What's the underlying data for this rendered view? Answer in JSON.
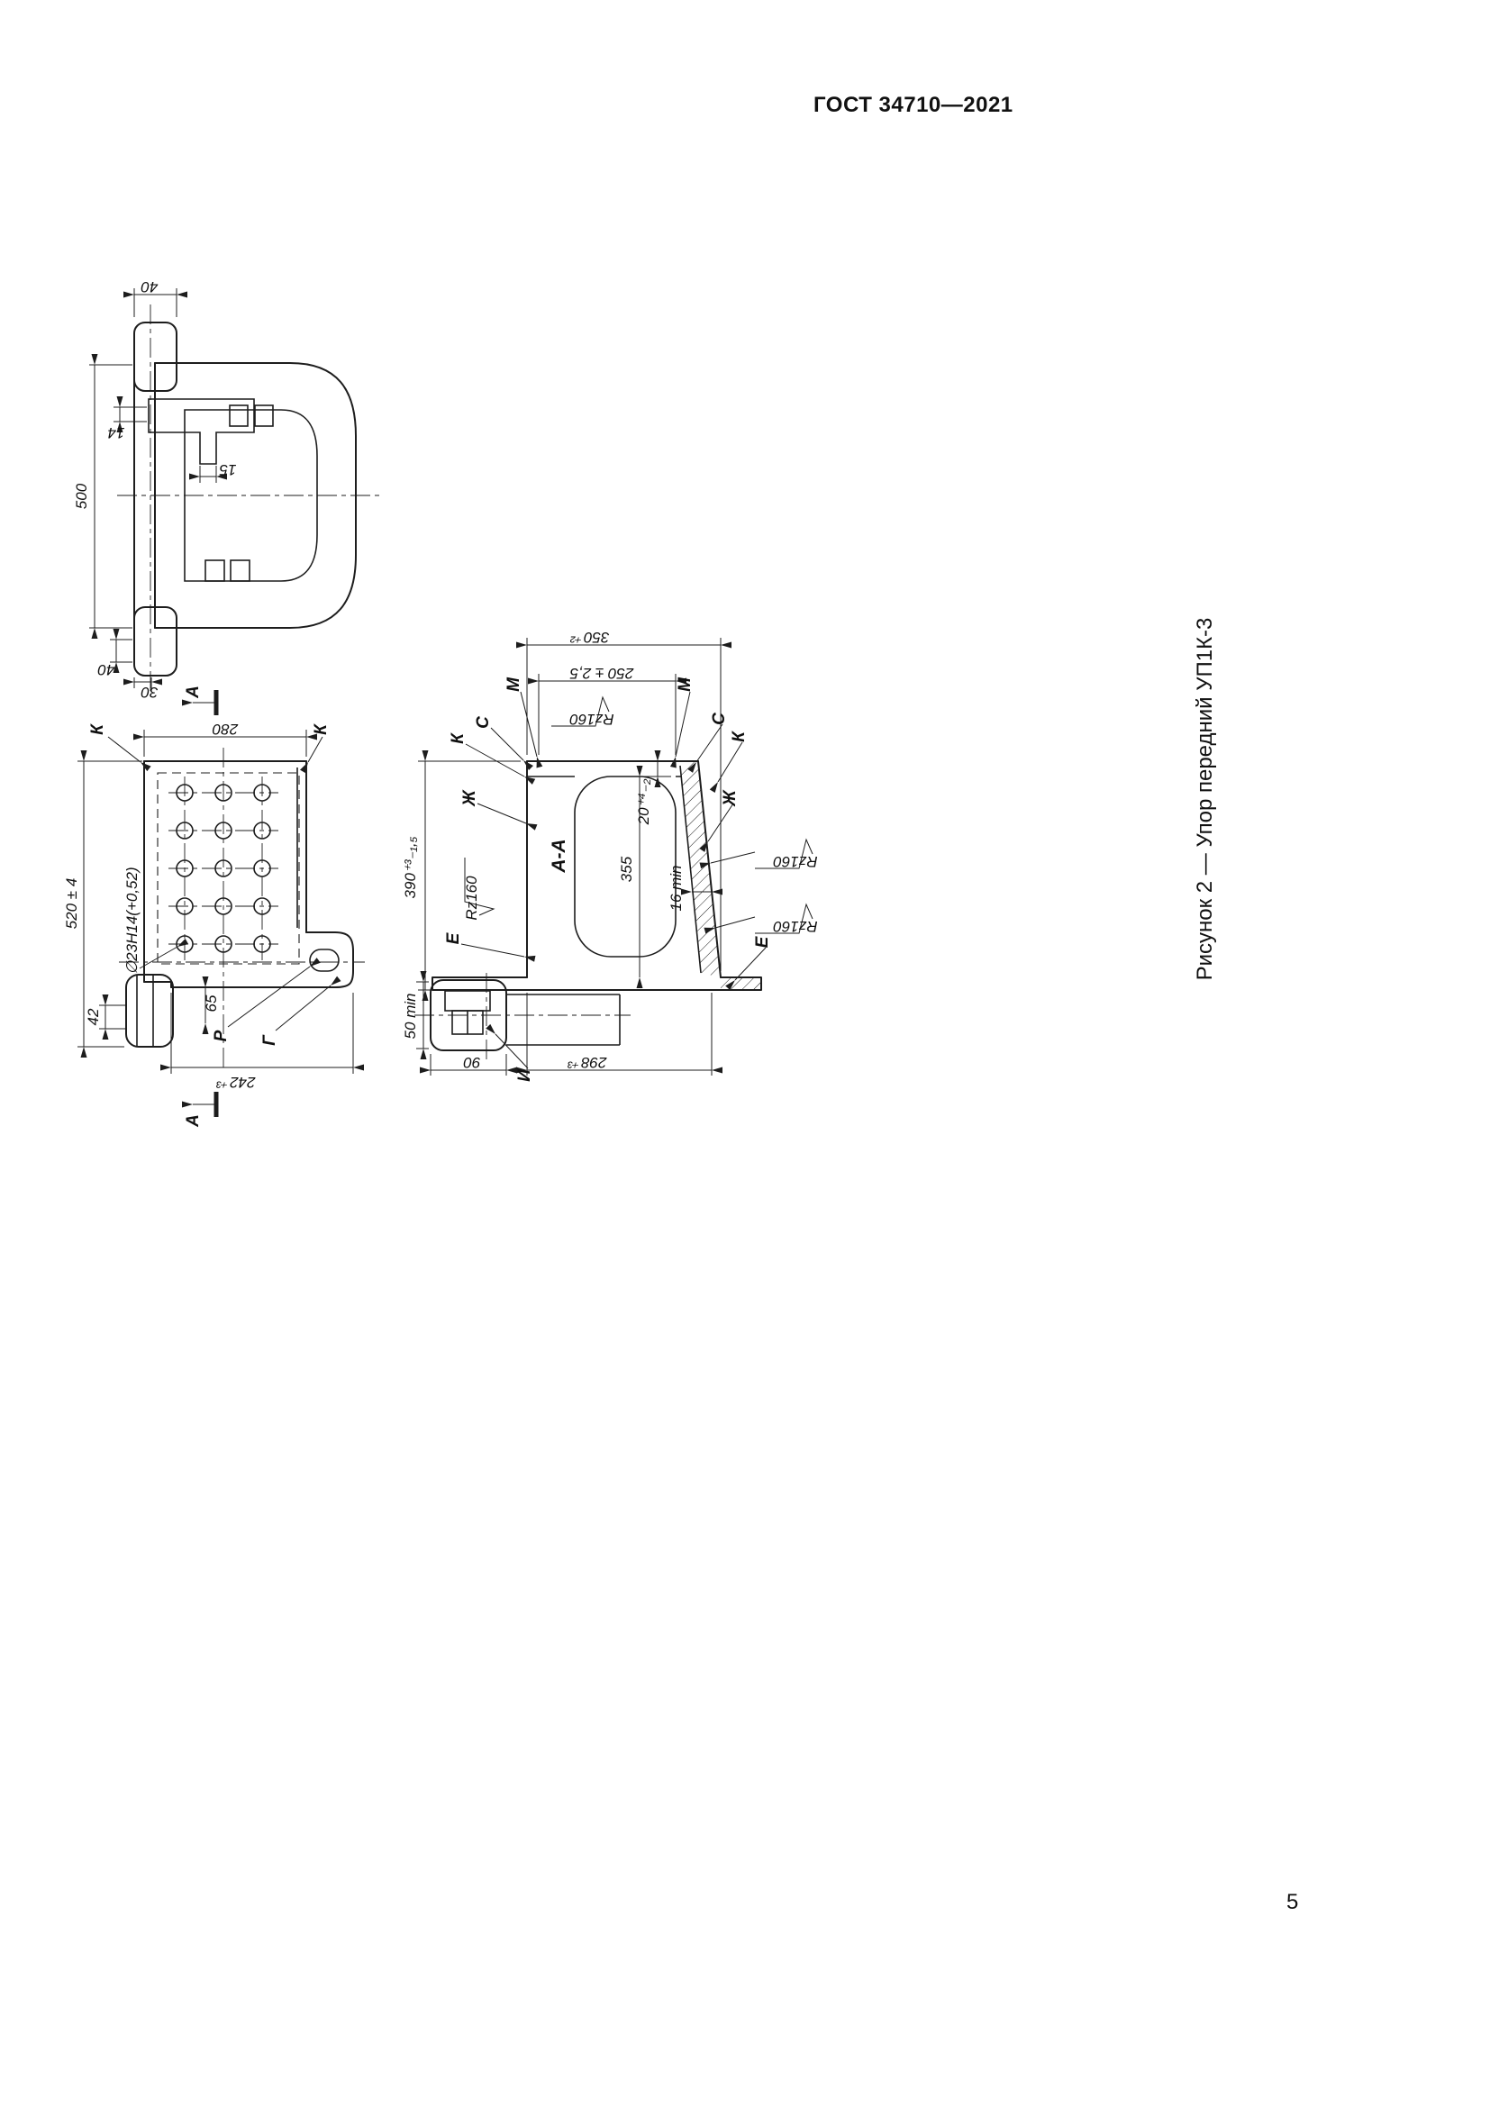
{
  "page": {
    "header": "ГОСТ 34710—2021",
    "page_number": "5",
    "caption": "Рисунок 2 — Упор передний УП1К-3"
  },
  "side_view": {
    "dim_40_top": "40",
    "dim_500": "500",
    "dim_14": "14",
    "dim_15": "15",
    "dim_40_bottom": "40",
    "dim_30": "30"
  },
  "plan_view": {
    "dim_280": "280",
    "dim_520": "520 ± 4",
    "dim_hole_diameter": "∅23Н14(+0,52)",
    "dim_42": "42",
    "dim_65": "65",
    "dim_242": "242⁺³",
    "label_k_left": "К",
    "label_k_right": "К",
    "label_p": "Р",
    "label_g": "Г",
    "label_a_top": "А",
    "label_a_bottom": "А"
  },
  "section_view": {
    "title": "А-А",
    "dim_350": "350⁺²",
    "dim_250": "250 ± 2,5",
    "dim_390": "390⁺³₋₁,₅",
    "dim_355": "355",
    "dim_20": "20⁺⁴₋₂",
    "dim_16_min": "16 min",
    "dim_50_min": "50 min",
    "dim_90": "90",
    "dim_298": "298⁺³",
    "label_m_left": "М",
    "label_m_right": "М",
    "label_s_left": "С",
    "label_s_right": "С",
    "label_k_left": "К",
    "label_k_right": "К",
    "label_zh_left": "Ж",
    "label_zh_right": "Ж",
    "label_e_left": "Е",
    "label_e_right": "Е",
    "label_i": "И",
    "roughness_top": "Rz160",
    "roughness_left": "Rz160",
    "roughness_right_upper": "Rz160",
    "roughness_right_lower": "Rz160"
  }
}
